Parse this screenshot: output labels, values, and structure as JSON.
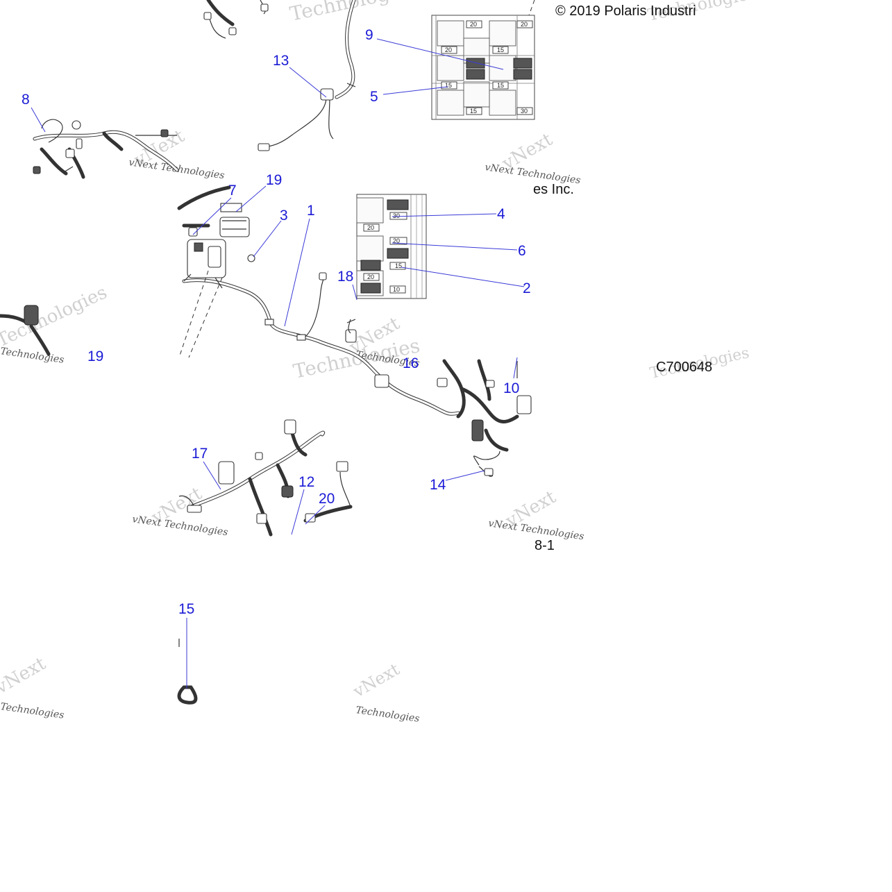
{
  "copyright": "© 2019 Polaris Industri",
  "copyright_tail": "es Inc.",
  "drawing_id": "C700648",
  "drawing_suffix": "8-1",
  "watermark": {
    "brand_line1": "vNext",
    "brand_line2": "Technologies",
    "brand_full": "vNext Technologies"
  },
  "callouts": [
    {
      "id": "c13",
      "label": "13"
    },
    {
      "id": "c8",
      "label": "8"
    },
    {
      "id": "c9",
      "label": "9"
    },
    {
      "id": "c5",
      "label": "5"
    },
    {
      "id": "c7",
      "label": "7"
    },
    {
      "id": "c19a",
      "label": "19"
    },
    {
      "id": "c3",
      "label": "3"
    },
    {
      "id": "c1",
      "label": "1"
    },
    {
      "id": "c4",
      "label": "4"
    },
    {
      "id": "c6",
      "label": "6"
    },
    {
      "id": "c2",
      "label": "2"
    },
    {
      "id": "c18",
      "label": "18"
    },
    {
      "id": "c19b",
      "label": "19"
    },
    {
      "id": "c16",
      "label": "16"
    },
    {
      "id": "c10",
      "label": "10"
    },
    {
      "id": "c17",
      "label": "17"
    },
    {
      "id": "c12",
      "label": "12"
    },
    {
      "id": "c20",
      "label": "20"
    },
    {
      "id": "c14",
      "label": "14"
    },
    {
      "id": "c15",
      "label": "15"
    }
  ],
  "fuse_box_upper": {
    "ratings": [
      "20",
      "20",
      "20",
      "15",
      "15",
      "15",
      "15",
      "30"
    ]
  },
  "fuse_box_lower": {
    "ratings": [
      "30",
      "20",
      "20",
      "15",
      "20",
      "10"
    ]
  },
  "colors": {
    "callout": "#1a1ad6",
    "line": "#333333",
    "watermark": "#d0d0d0"
  }
}
